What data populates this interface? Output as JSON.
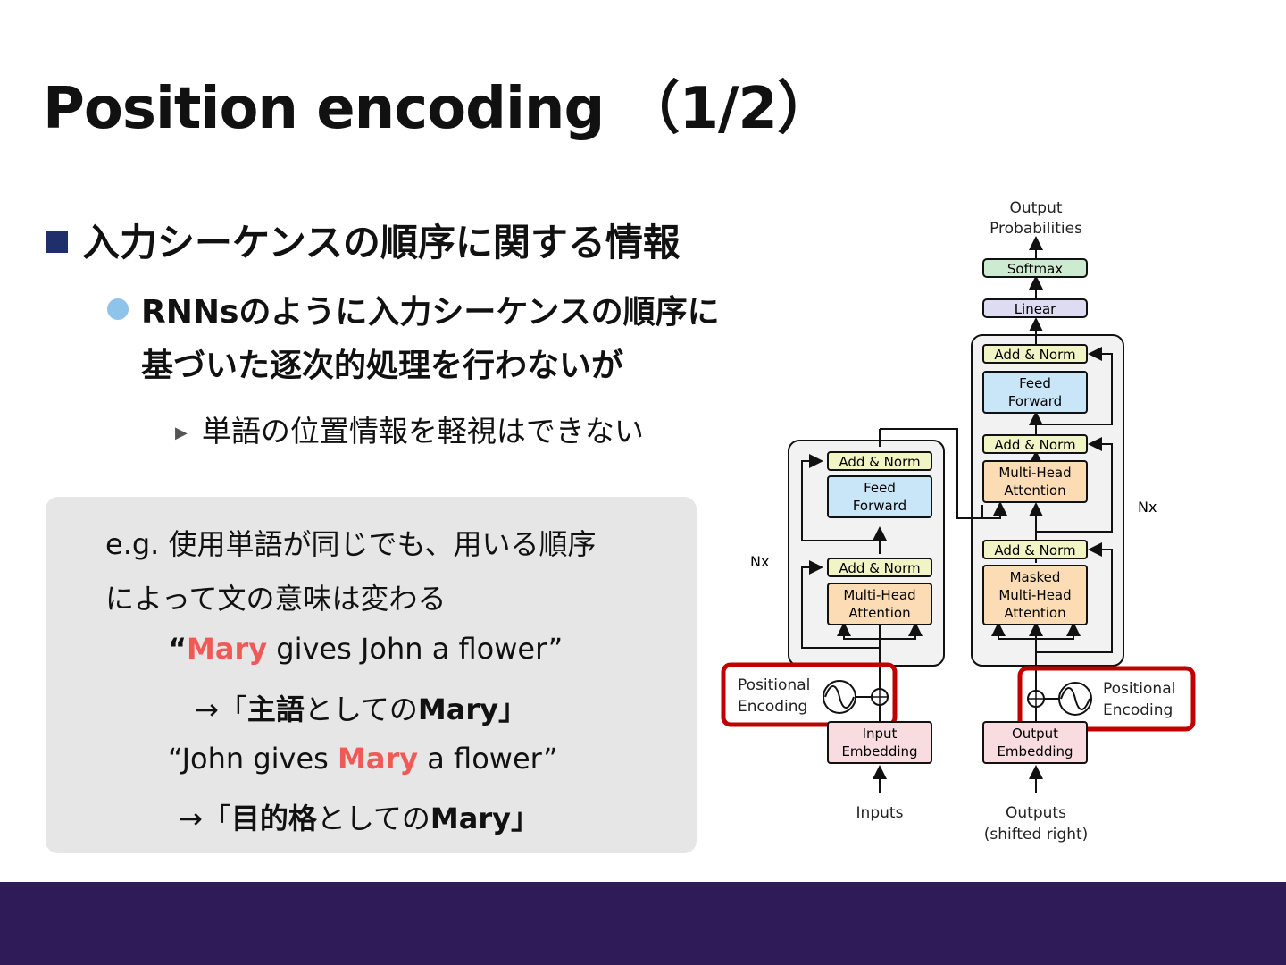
{
  "title": "Position encoding （1/2）",
  "bullet1": "入力シーケンスの順序に関する情報",
  "bullet2_line1": "RNNsのように入力シーケンスの順序に",
  "bullet2_line2": "基づいた逐次的処理を行わないが",
  "bullet3": "単語の位置情報を軽視はできない",
  "example": {
    "line1": "e.g. 使用単語が同じでも、用いる順序",
    "line2": "によって文の意味は変わる",
    "s1_open": "“",
    "s1_mary": "Mary",
    "s1_rest": " gives John a flower”",
    "s1_arrow": "→「",
    "s1_role": "主語",
    "s1_mid": "としての",
    "s1_mary2": "Mary",
    "s1_close": "」",
    "s2_start": "“John gives ",
    "s2_mary": "Mary",
    "s2_rest": " a flower”",
    "s2_arrow": "→「",
    "s2_role": "目的格",
    "s2_mid": "としての",
    "s2_mary2": "Mary",
    "s2_close": "」"
  },
  "diagram": {
    "output_probs_1": "Output",
    "output_probs_2": "Probabilities",
    "softmax": "Softmax",
    "linear": "Linear",
    "add_norm": "Add & Norm",
    "feed_forward_1": "Feed",
    "feed_forward_2": "Forward",
    "multi_head_1": "Multi-Head",
    "multi_head_2": "Attention",
    "masked": "Masked",
    "nx": "Nx",
    "pos_enc_1": "Positional",
    "pos_enc_2": "Encoding",
    "input_emb_1": "Input",
    "input_emb_2": "Embedding",
    "output_emb_1": "Output",
    "output_emb_2": "Embedding",
    "inputs": "Inputs",
    "outputs_1": "Outputs",
    "outputs_2": "(shifted right)"
  },
  "colors": {
    "footer": "#2e1b58",
    "title_square": "#1f2f6b",
    "bullet_dot": "#8ec3ea",
    "highlight_red": "#ef5a57",
    "box_bg": "#e6e6e6",
    "add_norm": "#f1f4c4",
    "feed_forward": "#c8e6f7",
    "attention": "#fbdcb4",
    "softmax": "#cdebd0",
    "linear": "#dedcf3",
    "embedding": "#f9dcdf",
    "pe_outline": "#c00000"
  }
}
